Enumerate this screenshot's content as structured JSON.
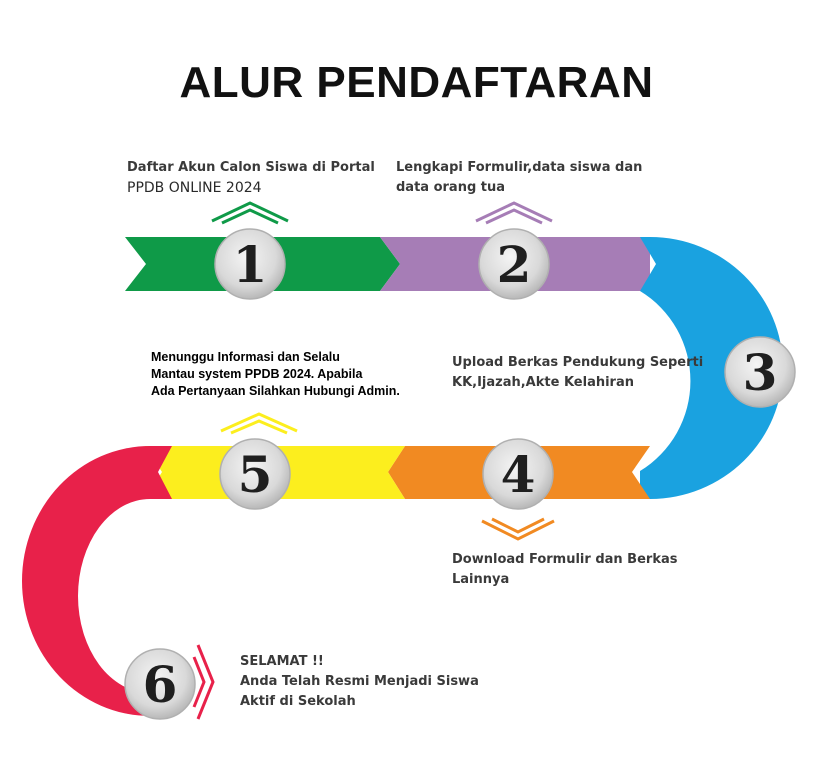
{
  "title": "ALUR PENDAFTARAN",
  "steps": [
    {
      "number": "1",
      "color": "#0f9a48",
      "lines": [
        "Daftar Akun Calon Siswa di Portal",
        "PPDB ONLINE 2024"
      ]
    },
    {
      "number": "2",
      "color": "#a67db6",
      "lines": [
        "Lengkapi Formulir,data siswa dan",
        "data orang tua"
      ]
    },
    {
      "number": "3",
      "color": "#1aa2e0",
      "lines": [
        "Upload Berkas Pendukung Seperti",
        "KK,Ijazah,Akte Kelahiran"
      ]
    },
    {
      "number": "4",
      "color": "#f18a22",
      "lines": [
        "Download Formulir dan Berkas",
        "Lainnya"
      ]
    },
    {
      "number": "5",
      "color": "#fcee1e",
      "lines": [
        "Menunggu Informasi dan Selalu",
        "Mantau system PPDB 2024. Apabila",
        "Ada Pertanyaan Silahkan Hubungi Admin."
      ]
    },
    {
      "number": "6",
      "color": "#e8214a",
      "lines": [
        "SELAMAT !!",
        "Anda Telah Resmi Menjadi Siswa",
        "Aktif di Sekolah"
      ]
    }
  ]
}
